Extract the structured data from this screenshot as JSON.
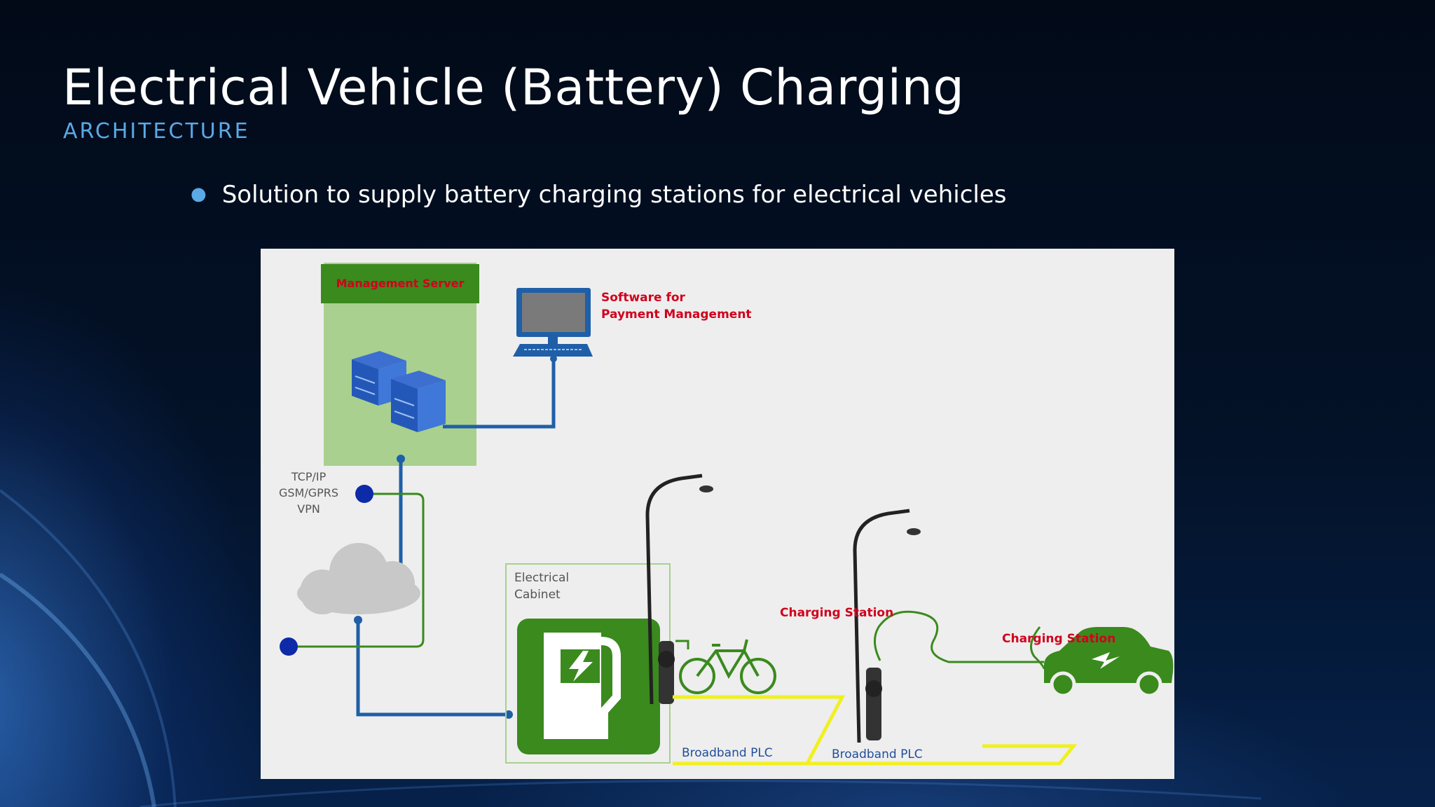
{
  "slide": {
    "title": "Electrical Vehicle (Battery) Charging",
    "subtitle": "ARCHITECTURE",
    "bullets": [
      "Solution to supply battery charging stations for electrical vehicles"
    ]
  },
  "diagram": {
    "management_server": "Management Server",
    "software_label": "Software for\nPayment Management",
    "network_label": "TCP/IP\nGSM/GPRS\nVPN",
    "cabinet_label": "Electrical\nCabinet",
    "station_label_1": "Charging Station",
    "station_label_2": "Charging Station",
    "plc_label_1": "Broadband PLC",
    "plc_label_2": "Broadband PLC",
    "colors": {
      "server_panel": "#a9d08e",
      "server_header": "#3a8a1e",
      "cabinet_green": "#3a8a1e",
      "network_line": "#1f5fa8",
      "plc_line": "#f0f020",
      "label_red": "#d1001c"
    }
  }
}
